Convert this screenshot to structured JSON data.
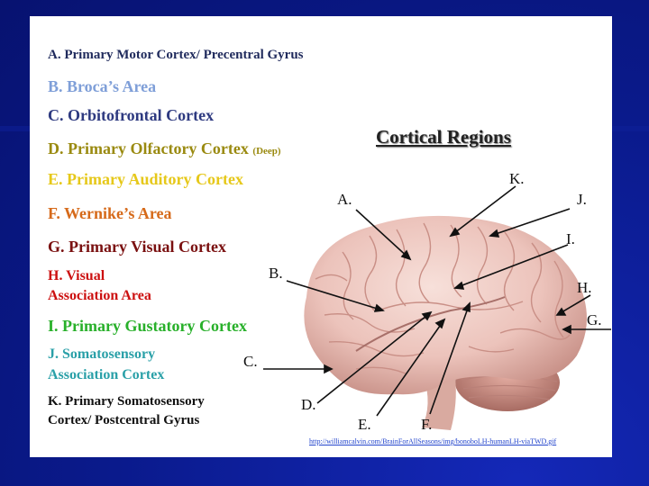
{
  "title": "Cortical Regions",
  "labels": [
    {
      "id": "A",
      "text": "A.  Primary Motor Cortex/ Precentral Gyrus",
      "color": "#1f2a5c"
    },
    {
      "id": "B",
      "text": "B.  Broca’s Area",
      "color": "#7f9fd8"
    },
    {
      "id": "C",
      "text": "C.  Orbitofrontal Cortex",
      "color": "#2e3a80"
    },
    {
      "id": "D",
      "text": "D.  Primary Olfactory Cortex",
      "note": "(Deep)",
      "color": "#9a8a10"
    },
    {
      "id": "E",
      "text": "E.  Primary Auditory Cortex",
      "color": "#e6c81a"
    },
    {
      "id": "F",
      "text": "F.  Wernike’s Area",
      "color": "#d66a1a"
    },
    {
      "id": "G",
      "text": "G.  Primary Visual Cortex",
      "color": "#7a1010"
    },
    {
      "id": "H",
      "line1": "H.  Visual",
      "line2": "Association Area",
      "color": "#cc1010"
    },
    {
      "id": "I",
      "text": "I.  Primary Gustatory Cortex",
      "color": "#28b02a"
    },
    {
      "id": "J",
      "line1": "J.  Somatosensory",
      "line2": "Association Cortex",
      "color": "#2aa0a8"
    },
    {
      "id": "K",
      "line1": "K.  Primary Somatosensory",
      "line2": "Cortex/ Postcentral Gyrus",
      "color": "#111111"
    }
  ],
  "pointers": {
    "A": "A.",
    "B": "B.",
    "C": "C.",
    "D": "D.",
    "E": "E.",
    "F": "F.",
    "G": "G.",
    "H": "H.",
    "I": "I.",
    "J": "J.",
    "K": "K."
  },
  "source_url": "http://williamcalvin.com/BrainForAllSeasons/img/bonoboLH-humanLH-viaTWD.gif"
}
